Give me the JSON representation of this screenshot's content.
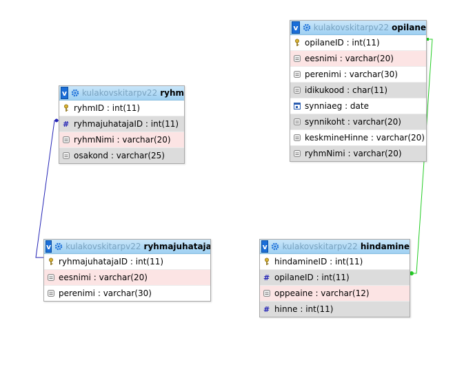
{
  "colors": {
    "header": "#9fd0f2",
    "v_button": "#1a6ed8",
    "db_text": "#7aa3c0",
    "relation_blue": "#2323b5",
    "relation_green": "#22cc22"
  },
  "tables": {
    "ryhm": {
      "db": "kulakovskitarpv22",
      "name": "ryhm",
      "toggle": "v",
      "columns": [
        {
          "text": "ryhmID : int(11)",
          "icon": "key-icon"
        },
        {
          "text": "ryhmajuhatajaID : int(11)",
          "icon": "number-icon"
        },
        {
          "text": "ryhmNimi : varchar(20)",
          "icon": "text-icon"
        },
        {
          "text": "osakond : varchar(25)",
          "icon": "text-icon"
        }
      ]
    },
    "ryhmajuhataja": {
      "db": "kulakovskitarpv22",
      "name": "ryhmajuhataja",
      "toggle": "v",
      "columns": [
        {
          "text": "ryhmajuhatajaID : int(11)",
          "icon": "key-icon"
        },
        {
          "text": "eesnimi : varchar(20)",
          "icon": "text-icon"
        },
        {
          "text": "perenimi : varchar(30)",
          "icon": "text-icon"
        }
      ]
    },
    "opilane": {
      "db": "kulakovskitarpv22",
      "name": "opilane",
      "toggle": "v",
      "columns": [
        {
          "text": "opilaneID : int(11)",
          "icon": "key-icon"
        },
        {
          "text": "eesnimi : varchar(20)",
          "icon": "text-icon"
        },
        {
          "text": "perenimi : varchar(30)",
          "icon": "text-icon"
        },
        {
          "text": "idikukood : char(11)",
          "icon": "text-icon"
        },
        {
          "text": "synniaeg : date",
          "icon": "date-icon"
        },
        {
          "text": "synnikoht : varchar(20)",
          "icon": "text-icon"
        },
        {
          "text": "keskmineHinne : varchar(20)",
          "icon": "text-icon"
        },
        {
          "text": "ryhmNimi : varchar(20)",
          "icon": "text-icon"
        }
      ]
    },
    "hindamine": {
      "db": "kulakovskitarpv22",
      "name": "hindamine",
      "toggle": "v",
      "columns": [
        {
          "text": "hindamineID : int(11)",
          "icon": "key-icon"
        },
        {
          "text": "opilaneID : int(11)",
          "icon": "number-icon"
        },
        {
          "text": "oppeaine : varchar(12)",
          "icon": "text-icon"
        },
        {
          "text": "hinne : int(11)",
          "icon": "number-icon"
        }
      ]
    }
  }
}
